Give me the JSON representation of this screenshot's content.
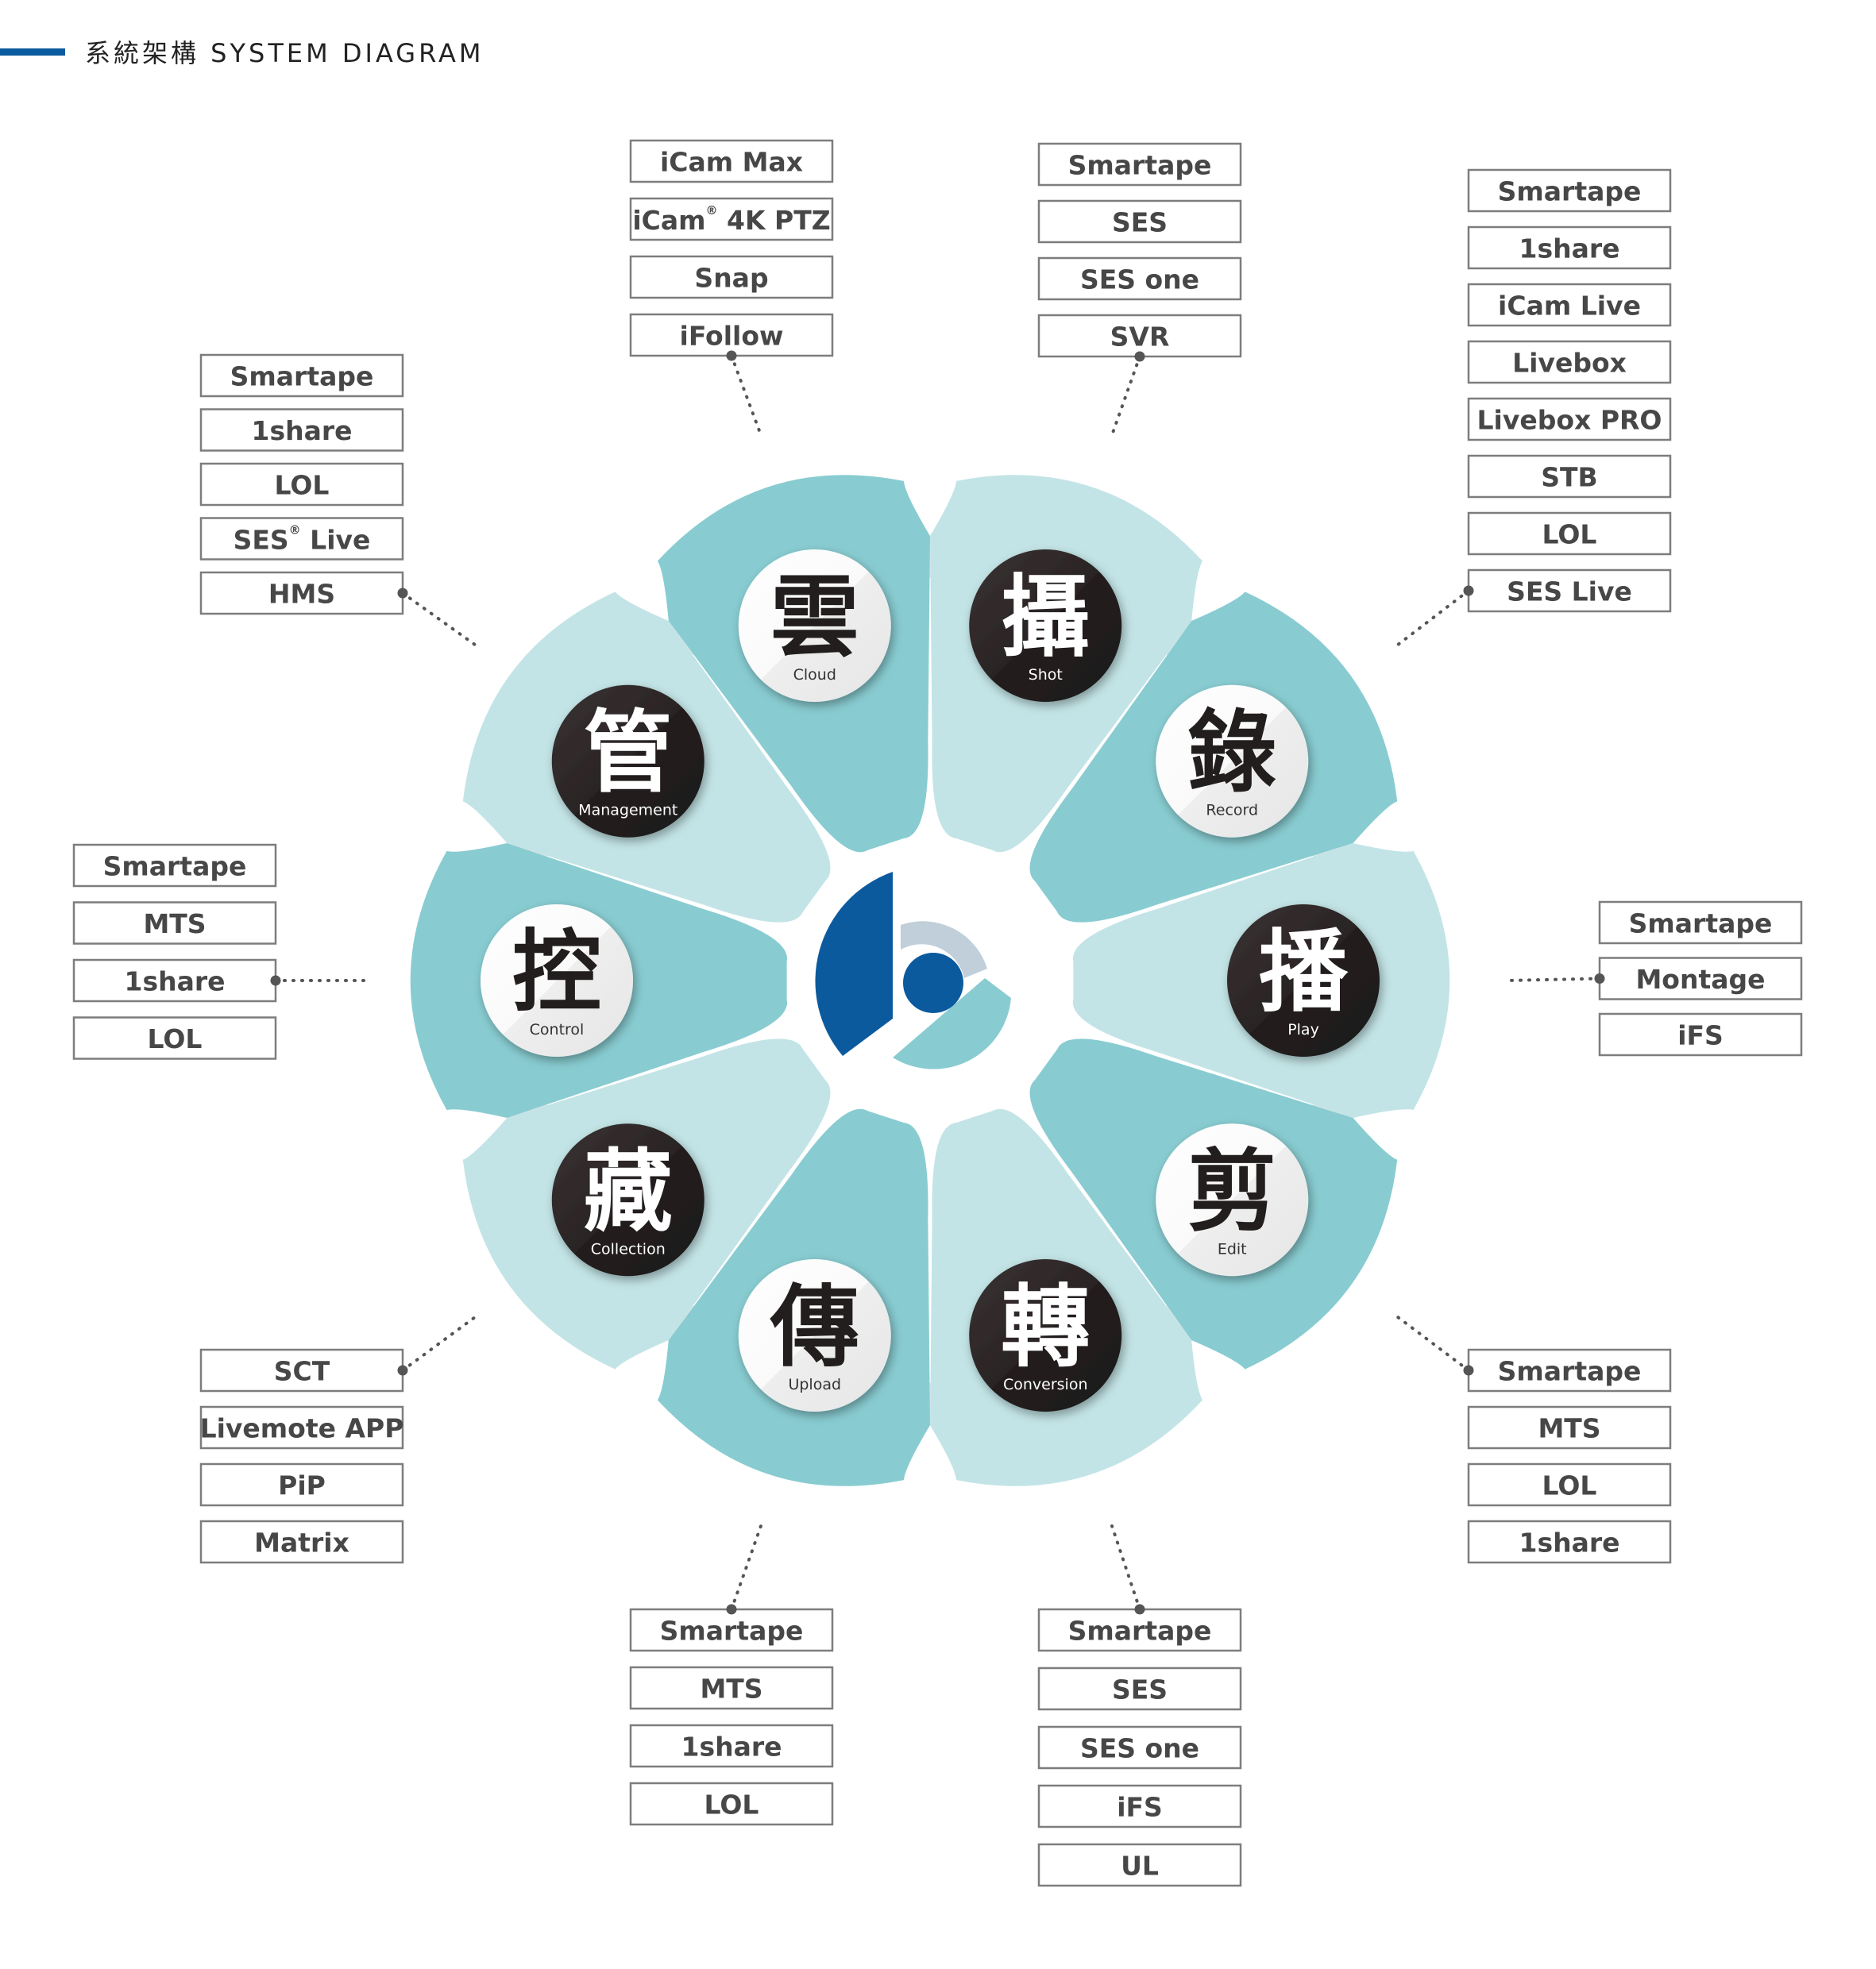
{
  "title": "系統架構 SYSTEM DIAGRAM",
  "colors": {
    "accent_blue": "#0b5a9e",
    "teal_dark": "#88ccd1",
    "teal_light": "#c3e4e6",
    "ring_gray": "#e4e4e4",
    "badge_dark": "#2a2424",
    "badge_light": "#f4f4f4",
    "box_border": "#7d7d7d",
    "box_text": "#474747"
  },
  "center_logo": {
    "icon": "brand-logo-icon"
  },
  "segments": [
    {
      "id": "shot",
      "char": "攝",
      "label": "Shot",
      "tone": "light",
      "badge": "dark",
      "products": [
        "iCam Max",
        "iCam® 4K PTZ",
        "Snap",
        "iFollow"
      ]
    },
    {
      "id": "record",
      "char": "錄",
      "label": "Record",
      "tone": "dark",
      "badge": "light",
      "products": [
        "Smartape",
        "SES",
        "SES one",
        "SVR"
      ]
    },
    {
      "id": "play",
      "char": "播",
      "label": "Play",
      "tone": "light",
      "badge": "dark",
      "products": [
        "Smartape",
        "1share",
        "iCam Live",
        "Livebox",
        "Livebox PRO",
        "STB",
        "LOL",
        "SES Live"
      ]
    },
    {
      "id": "edit",
      "char": "剪",
      "label": "Edit",
      "tone": "dark",
      "badge": "light",
      "products": [
        "Smartape",
        "Montage",
        "iFS"
      ]
    },
    {
      "id": "conversion",
      "char": "轉",
      "label": "Conversion",
      "tone": "light",
      "badge": "dark",
      "products": [
        "Smartape",
        "MTS",
        "LOL",
        "1share"
      ]
    },
    {
      "id": "upload",
      "char": "傳",
      "label": "Upload",
      "tone": "dark",
      "badge": "light",
      "products": [
        "Smartape",
        "SES",
        "SES one",
        "iFS",
        "UL"
      ]
    },
    {
      "id": "collection",
      "char": "藏",
      "label": "Collection",
      "tone": "light",
      "badge": "dark",
      "products": [
        "Smartape",
        "MTS",
        "1share",
        "LOL"
      ]
    },
    {
      "id": "control",
      "char": "控",
      "label": "Control",
      "tone": "dark",
      "badge": "light",
      "products": [
        "SCT",
        "Livemote APP",
        "PiP",
        "Matrix"
      ]
    },
    {
      "id": "management",
      "char": "管",
      "label": "Management",
      "tone": "light",
      "badge": "dark",
      "products": [
        "Smartape",
        "MTS",
        "1share",
        "LOL"
      ]
    },
    {
      "id": "cloud",
      "char": "雲",
      "label": "Cloud",
      "tone": "dark",
      "badge": "light",
      "products": [
        "Smartape",
        "1share",
        "LOL",
        "SES® Live",
        "HMS"
      ]
    }
  ]
}
